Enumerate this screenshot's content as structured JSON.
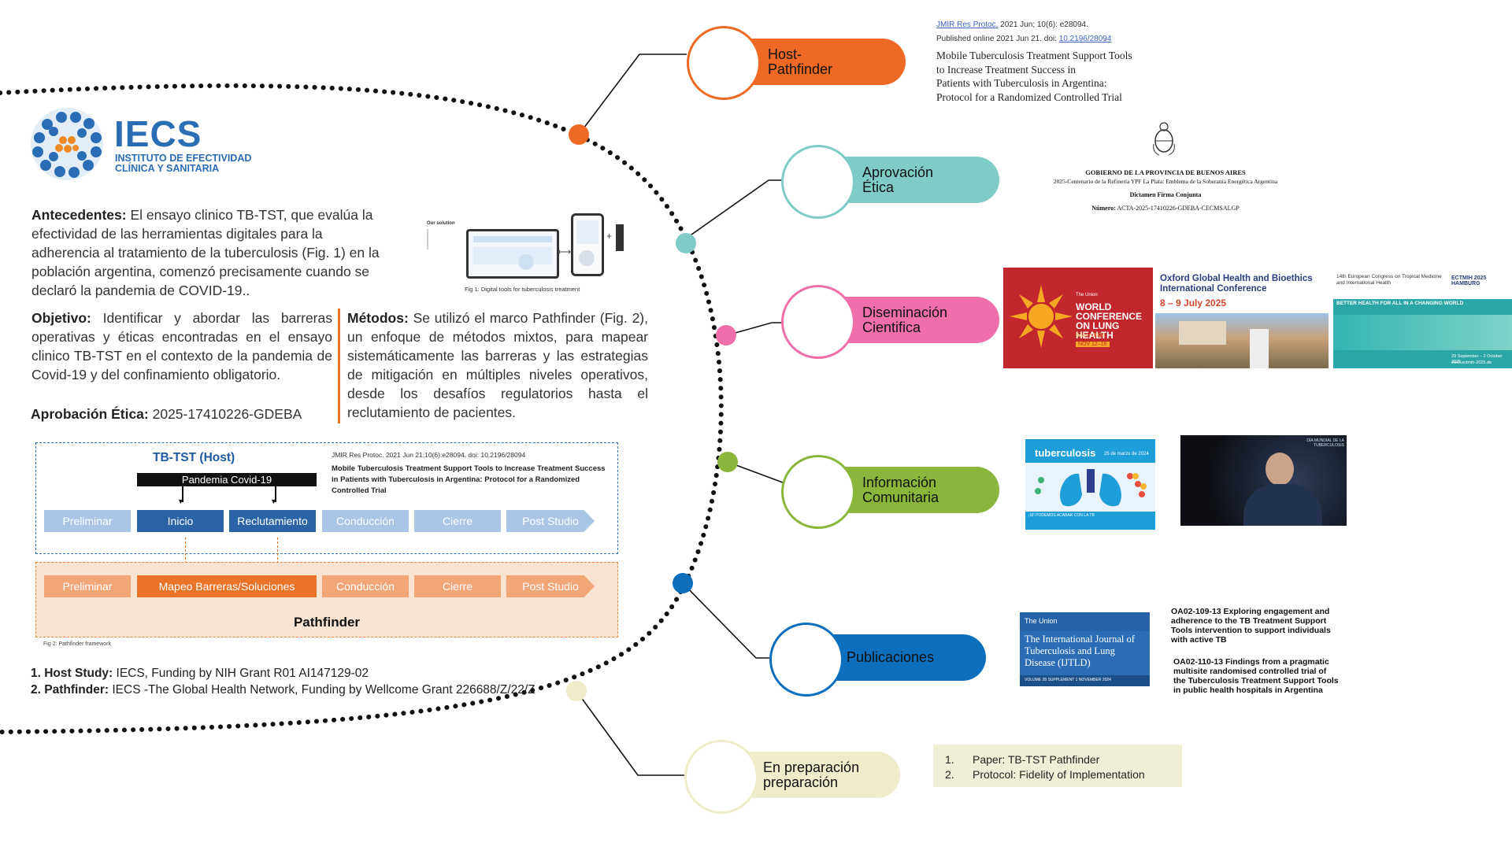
{
  "logo": {
    "acronym": "IECS",
    "line1": "INSTITUTO DE EFECTIVIDAD",
    "line2": "CLÍNICA Y SANITARIA"
  },
  "antecedentes": {
    "label": "Antecedentes:",
    "text": " El  ensayo clinico  TB-TST,  que evalúa la efectividad de las herramientas digitales para la adherencia al tratamiento de la tuberculosis (Fig. 1) en la población argentina, comenzó precisamente cuando se declaró la pandemia de COVID-19.."
  },
  "fig1": {
    "heading": "Our solution",
    "caption": "Fig 1: Digital tools for tuberculosis treatment"
  },
  "objetivo": {
    "label": "Objetivo:",
    "text": " Identificar y abordar las barreras operativas y éticas encontradas en el ensayo clinico TB-TST en el contexto de la pandemia de Covid-19 y del confinamiento obligatorio."
  },
  "metodos": {
    "label": "Métodos:",
    "text": " Se utilizó el marco Pathfinder (Fig. 2), un enfoque de métodos mixtos, para mapear sistemáticamente las barreras y las estrategias de mitigación en múltiples niveles operativos, desde los desafíos regulatorios hasta el reclutamiento de pacientes."
  },
  "aprobacion": {
    "label": "Aprobación Ética:",
    "text": " 2025-17410226-GDEBA"
  },
  "framework": {
    "host_title": "TB-TST (Host)",
    "covid_label": "Pandemia Covid-19",
    "citation_line": "JMIR Res Protoc. 2021 Jun 21;10(6):e28094. doi: 10.2196/28094",
    "citation_title": "Mobile Tuberculosis Treatment Support Tools to Increase Treatment Success in Patients with Tuberculosis in Argentina: Protocol for a Randomized Controlled Trial",
    "top_steps": [
      "Preliminar",
      "Inicio",
      "Reclutamiento",
      "Conducción",
      "Cierre",
      "Post Studio"
    ],
    "bottom_steps": [
      "Preliminar",
      "Mapeo Barreras/Soluciones",
      "Conducción",
      "Cierre",
      "Post Studio"
    ],
    "pathfinder_title": "Pathfinder",
    "caption": "Fig 2: Pathfinder framework"
  },
  "funding": [
    {
      "label": "1. Host Study:",
      "text": " IECS, Funding by NIH  Grant R01 AI147129-02"
    },
    {
      "label": "2. Pathfinder:",
      "text": " IECS -The Global Health Network, Funding by Wellcome Grant 226688/Z/22/Z"
    }
  ],
  "milestones": [
    {
      "label": "Host-\nPathfinder",
      "color": "#ee6a24"
    },
    {
      "label": "Aprovación\nÉtica",
      "color": "#7fccc6"
    },
    {
      "label": "Diseminación\nCientifica",
      "color": "#f06eaa"
    },
    {
      "label": "Información\nComunitaria",
      "color": "#8bb63c"
    },
    {
      "label": "Publicaciones",
      "color": "#0b6fbe"
    },
    {
      "label": "En preparación\npreparación",
      "color": "#efecc9"
    }
  ],
  "jmir": {
    "journal": "JMIR Res Protoc.",
    "date": " 2021 Jun; 10(6): e28094.",
    "published": "Published online 2021 Jun 21. doi: ",
    "doi": "10.2196/28094",
    "title_lines": [
      "Mobile Tuberculosis Treatment Support Tools",
      "to Increase Treatment Success in",
      "Patients with Tuberculosis in Argentina:",
      "Protocol for a Randomized Controlled Trial"
    ]
  },
  "gov": {
    "line1": "GOBIERNO DE LA PROVINCIA DE BUENOS AIRES",
    "line2": "2025-Centenario de la Refinería YPF La Plata: Emblema de la Soberanía Energética Argentina",
    "line3": "Dictamen Firma Conjunta",
    "numero_label": "Número:",
    "numero": "ACTA-2025-17410226-GDEBA-CECMSALGP"
  },
  "conferences": {
    "c1_org": "The Union",
    "c1_title": "WORLD CONFERENCE ON LUNG HEALTH",
    "c1_place": "BALI • 2024",
    "c1_dates": "NOV 12–16",
    "c2_title": "Oxford Global Health and Bioethics International Conference",
    "c2_dates": "8 – 9 July 2025",
    "c3_title": "14th European Congress on Tropical Medicine and International Health",
    "c3_sub": "BETTER HEALTH FOR ALL IN A CHANGING WORLD",
    "c3_badge": "ECTMIH 2025 HAMBURG",
    "c3_dates": "29 September – 2 October 2025",
    "c3_url": "www.ectmih-2025.de"
  },
  "community": {
    "poster_top": "25 de marzo de 2024",
    "poster_title": "tuberculosis",
    "poster_tag": "¡SÍ! PODEMOS ACABAR CON LA TB",
    "video_caption": "DÍA MUNDIAL DE LA TUBERCULOSIS"
  },
  "journal": {
    "org": "The Union",
    "title": "The International Journal of Tuberculosis and Lung Disease (IJTLD)",
    "vol": "VOLUME 28   SUPPLEMENT 1   NOVEMBER 2024"
  },
  "abstracts": [
    "OA02-109-13 Exploring engagement and adherence to the TB Treatment Support Tools intervention to support individuals with active TB",
    "OA02-110-13 Findings from a pragmatic multisite randomised controlled trial of the Tuberculosis Treatment Support Tools in public health hospitals in Argentina"
  ],
  "prep_list": [
    {
      "num": "1.",
      "text": "Paper: TB-TST Pathfinder"
    },
    {
      "num": "2.",
      "text": "Protocol: Fidelity of Implementation"
    }
  ]
}
